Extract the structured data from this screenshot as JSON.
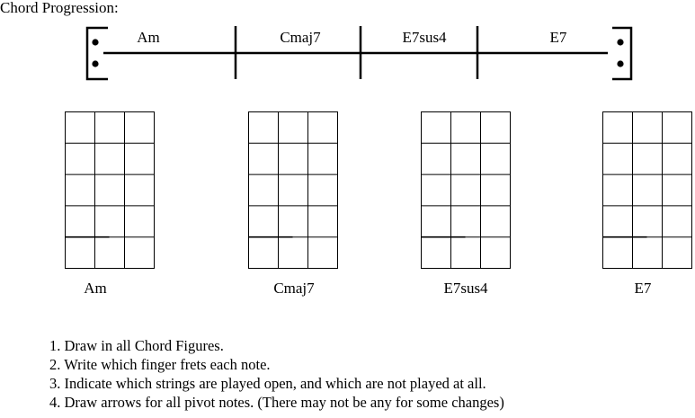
{
  "heading": "Chord Progression:",
  "progression": [
    {
      "label": "Am"
    },
    {
      "label": "Cmaj7"
    },
    {
      "label": "E7sus4"
    },
    {
      "label": "E7"
    }
  ],
  "chord_figures": [
    {
      "label": "Am"
    },
    {
      "label": "Cmaj7"
    },
    {
      "label": "E7sus4"
    },
    {
      "label": "E7"
    }
  ],
  "instructions": [
    "1. Draw in all Chord Figures.",
    "2. Write which finger frets each note.",
    "3. Indicate which strings are played open, and which are not played at all.",
    "4. Draw arrows for all pivot notes. (There may not be any for some changes)"
  ]
}
